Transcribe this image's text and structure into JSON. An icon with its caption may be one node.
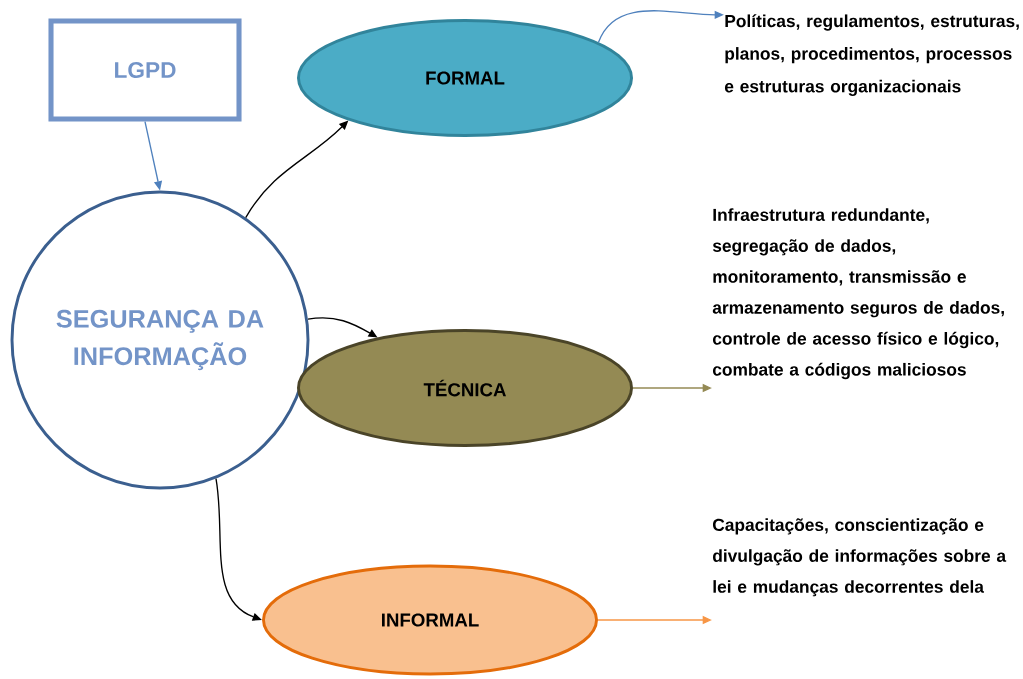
{
  "diagram": {
    "nodes": [
      {
        "text": [
          "LGPD"
        ]
      },
      {
        "text": [
          "SEGURANÇA DA INFORMAÇÃO"
        ]
      },
      {
        "text": [
          "FORMAL"
        ]
      },
      {
        "text": [
          "Políticas, regulamentos, estruturas, planos, procedimentos, processos e estruturas organizacionais"
        ]
      },
      {
        "text": [
          "TÉCNICA"
        ]
      },
      {
        "text": [
          "Infraestrutura redundante, segregação de dados, monitoramento, transmissão e armazenamento seguros de dados, controle de acesso físico e lógico, combate a códigos maliciosos"
        ]
      },
      {
        "text": [
          "INFORMAL"
        ]
      },
      {
        "text": [
          "Capacitações, conscientização e divulgação de informações sobre a lei e mudanças decorrentes dela"
        ]
      }
    ],
    "edges": [
      {
        "from": 0,
        "to": 1,
        "arrow": "to",
        "color": "#4f81bd"
      },
      {
        "from": 1,
        "to": 2,
        "arrow": "to"
      },
      {
        "from": 2,
        "to": 3,
        "arrow": "to",
        "color": "#4f81bd"
      },
      {
        "from": 1,
        "to": 4,
        "arrow": "to"
      },
      {
        "from": 4,
        "to": 5,
        "arrow": "to",
        "color": "#948a54"
      },
      {
        "from": 1,
        "to": 6,
        "arrow": "to"
      },
      {
        "from": 6,
        "to": 7,
        "arrow": "to",
        "color": "#f79646"
      }
    ]
  }
}
